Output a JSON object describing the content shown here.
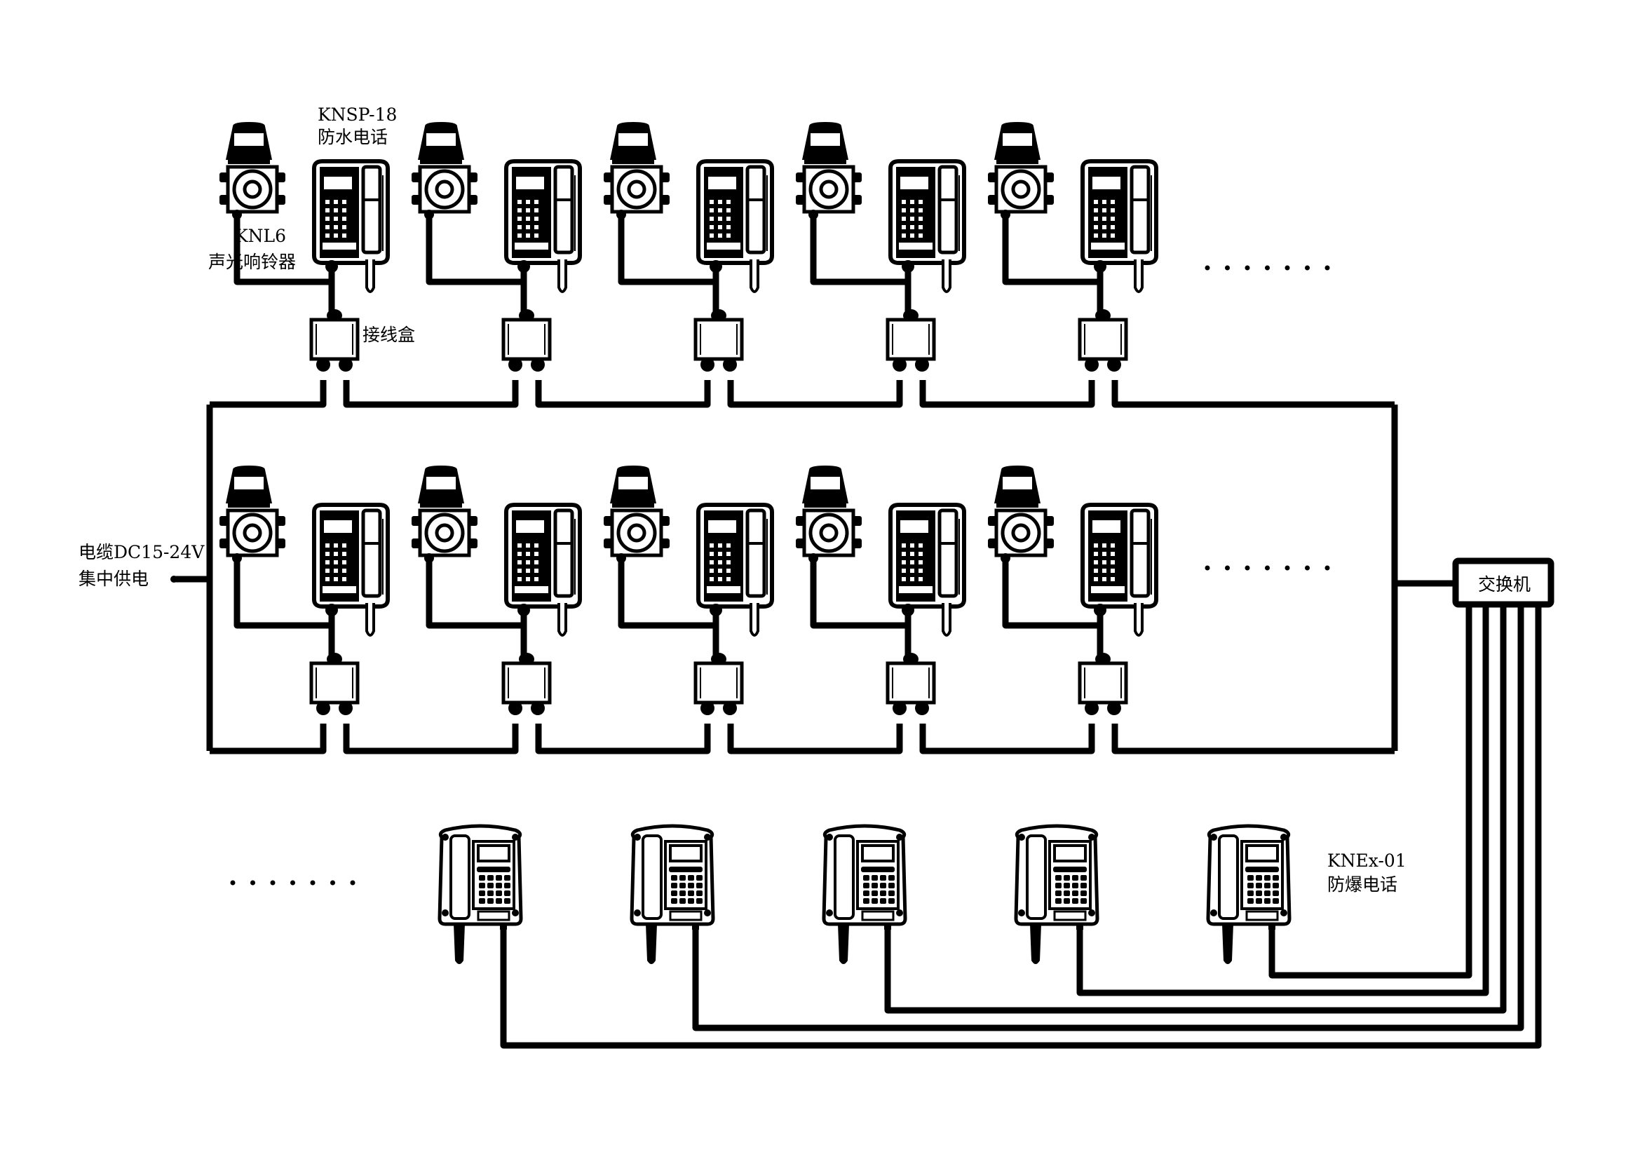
{
  "diagram": {
    "title": "",
    "colors": {
      "ink": "#000000",
      "background": "#ffffff"
    },
    "labels": {
      "waterproof_phone_model": "KNSP-18",
      "waterproof_phone_name": "防水电话",
      "bell_model": "KNL6",
      "bell_name": "声光响铃器",
      "junction_box": "接线盒",
      "power_line1": "电缆DC15-24V",
      "power_line2": "集中供电",
      "switch": "交换机",
      "explosion_phone_model": "KNEx-01",
      "explosion_phone_name": "防爆电话"
    },
    "ellipsis": "·······",
    "rows": [
      {
        "name": "upper-loop",
        "units": 5,
        "unit_types": [
          "KNL6 声光响铃器",
          "KNSP-18 防水电话",
          "接线盒"
        ]
      },
      {
        "name": "lower-loop",
        "units": 5,
        "unit_types": [
          "KNL6 声光响铃器",
          "KNSP-18 防水电话",
          "接线盒"
        ]
      }
    ],
    "explosion_phones": {
      "count": 5,
      "connected_to": "交换机"
    },
    "switch_lines": 5
  }
}
